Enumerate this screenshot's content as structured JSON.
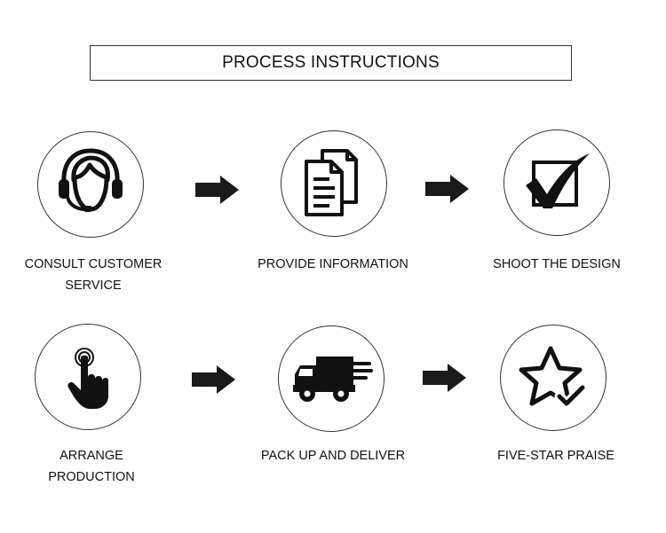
{
  "title": "PROCESS INSTRUCTIONS",
  "steps": [
    {
      "label_lines": [
        "CONSULT CUSTOMER",
        "SERVICE"
      ],
      "icon": "headset-icon"
    },
    {
      "label_lines": [
        "PROVIDE INFORMATION"
      ],
      "icon": "documents-icon"
    },
    {
      "label_lines": [
        "SHOOT THE DESIGN"
      ],
      "icon": "checkbox-check-icon"
    },
    {
      "label_lines": [
        "ARRANGE",
        "PRODUCTION"
      ],
      "icon": "tap-hand-icon"
    },
    {
      "label_lines": [
        "PACK UP AND DELIVER"
      ],
      "icon": "delivery-truck-icon"
    },
    {
      "label_lines": [
        "FIVE-STAR PRAISE"
      ],
      "icon": "star-check-icon"
    }
  ],
  "colors": {
    "ink": "#111111",
    "border": "#333333",
    "arrow": "#1a1a1a",
    "background": "#ffffff"
  }
}
